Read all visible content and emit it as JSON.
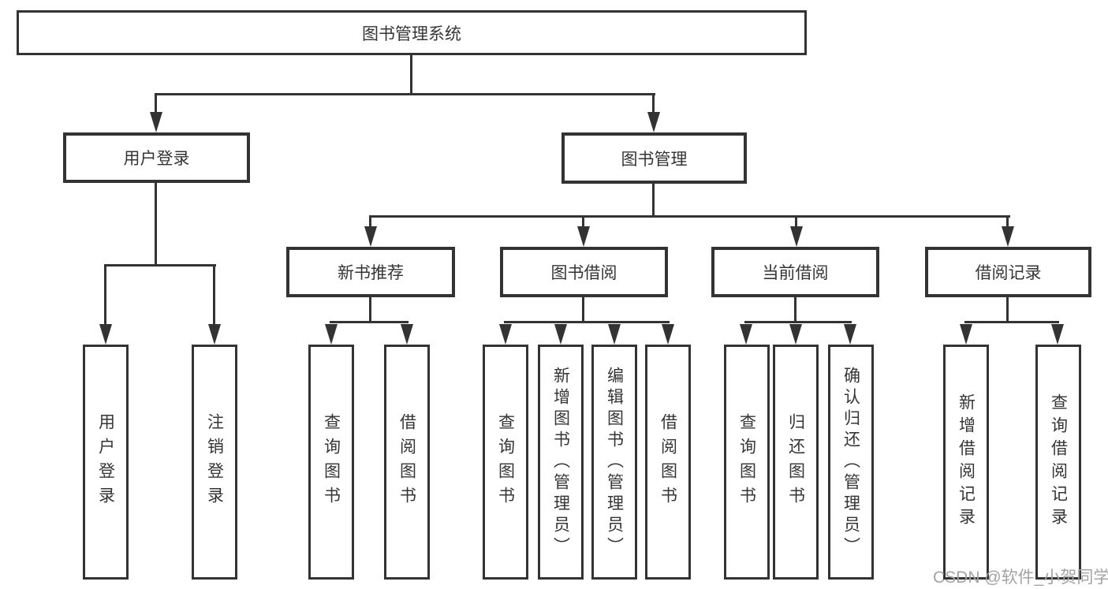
{
  "diagram": {
    "title": "图书管理系统",
    "nodes": {
      "root": "图书管理系统",
      "user_login_group": "用户登录",
      "book_management": "图书管理",
      "new_book_recommend": "新书推荐",
      "book_borrowing": "图书借阅",
      "current_borrowing": "当前借阅",
      "borrowing_records": "借阅记录",
      "user_login": "用户登录",
      "logout": "注销登录",
      "recommend_query_books": "查询图书",
      "recommend_borrow_books": "借阅图书",
      "borrowing_query_books": "查询图书",
      "borrowing_add_books": "新增图书（管理员）",
      "borrowing_edit_books": "编辑图书（管理员）",
      "borrowing_borrow_books": "借阅图书",
      "current_query_books": "查询图书",
      "current_return_books": "归还图书",
      "current_confirm_return": "确认归还（管理员）",
      "records_add_record": "新增借阅记录",
      "records_query_record": "查询借阅记录"
    },
    "edges": [
      [
        "root",
        "user_login_group"
      ],
      [
        "root",
        "book_management"
      ],
      [
        "user_login_group",
        "user_login"
      ],
      [
        "user_login_group",
        "logout"
      ],
      [
        "book_management",
        "new_book_recommend"
      ],
      [
        "book_management",
        "book_borrowing"
      ],
      [
        "book_management",
        "current_borrowing"
      ],
      [
        "book_management",
        "borrowing_records"
      ],
      [
        "new_book_recommend",
        "recommend_query_books"
      ],
      [
        "new_book_recommend",
        "recommend_borrow_books"
      ],
      [
        "book_borrowing",
        "borrowing_query_books"
      ],
      [
        "book_borrowing",
        "borrowing_add_books"
      ],
      [
        "book_borrowing",
        "borrowing_edit_books"
      ],
      [
        "book_borrowing",
        "borrowing_borrow_books"
      ],
      [
        "current_borrowing",
        "current_query_books"
      ],
      [
        "current_borrowing",
        "current_return_books"
      ],
      [
        "current_borrowing",
        "current_confirm_return"
      ],
      [
        "borrowing_records",
        "records_add_record"
      ],
      [
        "borrowing_records",
        "records_query_record"
      ]
    ],
    "colors": {
      "line": "#333333",
      "box_border": "#333333",
      "box_fill": "#ffffff",
      "text": "#353535",
      "background": "#ffffff"
    }
  },
  "watermark": {
    "text": "CSDN @软件_小贺同学",
    "color": "#a3a3a3"
  }
}
